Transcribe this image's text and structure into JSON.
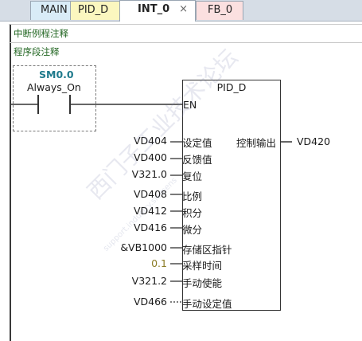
{
  "tabs": [
    {
      "label": "MAIN",
      "active": false
    },
    {
      "label": "PID_D",
      "active": false
    },
    {
      "label": "INT_0",
      "active": true
    },
    {
      "label": "FB_0",
      "active": false
    }
  ],
  "close_glyph": "×",
  "comments": {
    "program": "中断例程注释",
    "network": "程序段注释"
  },
  "contact": {
    "address": "SM0.0",
    "symbol": "Always_On"
  },
  "block": {
    "name": "PID_D",
    "en": "EN",
    "inputs": [
      {
        "operand": "VD404",
        "pin": "设定值"
      },
      {
        "operand": "VD400",
        "pin": "反馈值"
      },
      {
        "operand": "V321.0",
        "pin": "复位"
      },
      {
        "operand": "VD408",
        "pin": "比例"
      },
      {
        "operand": "VD412",
        "pin": "积分"
      },
      {
        "operand": "VD416",
        "pin": "微分"
      },
      {
        "operand": "&VB1000",
        "pin": "存储区指针"
      },
      {
        "operand": "0.1",
        "pin": "采样时间"
      },
      {
        "operand": "V321.2",
        "pin": "手动使能"
      },
      {
        "operand": "VD466",
        "pin": "手动设定值"
      }
    ],
    "output": {
      "pin": "控制输出",
      "operand": "VD420"
    }
  },
  "watermark": {
    "text": "西门子工业技术论坛",
    "sub": "support.industry.siemens"
  }
}
